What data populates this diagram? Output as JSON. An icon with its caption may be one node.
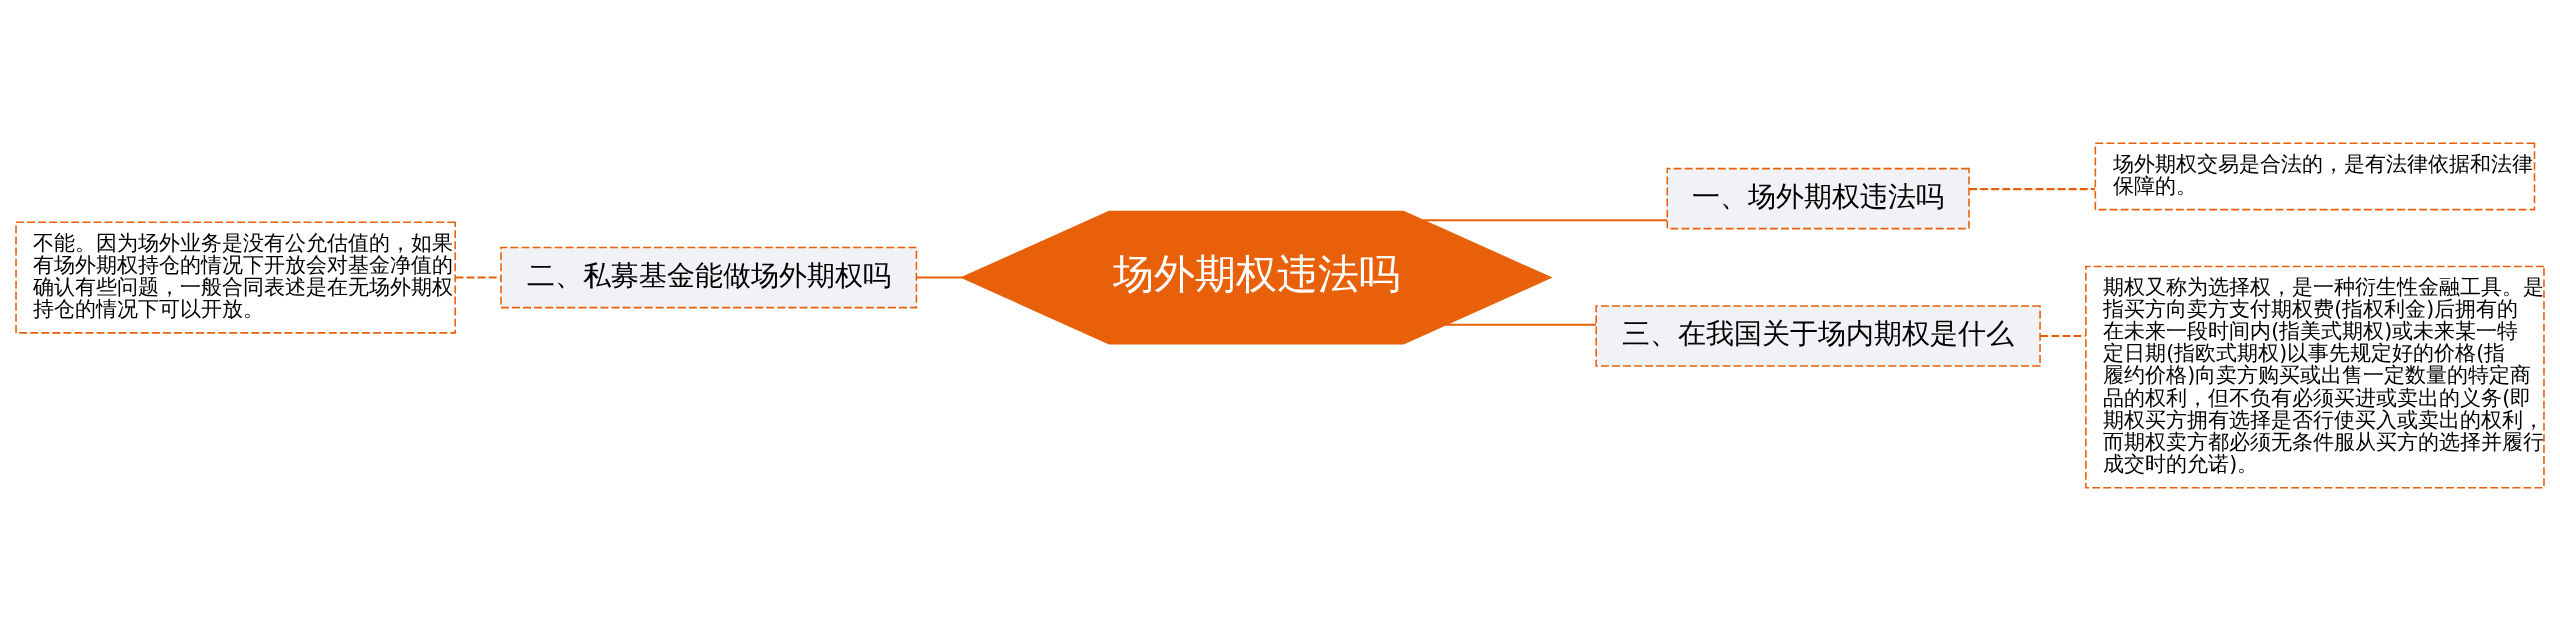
{
  "diagram": {
    "nodes": [
      {
        "text": [
          "场外期权违法吗"
        ]
      },
      {
        "text": [
          "二、私募基金能做场外期权吗"
        ]
      },
      {
        "text": [
          "不能。因为场外业务是没有公允估值的，如果有场外期权持仓的情况下开放会对基金净值的确认有些问题，一般合同表述是在无场外期权持仓的情况下可以开放。"
        ]
      },
      {
        "text": [
          "一、场外期权违法吗"
        ]
      },
      {
        "text": [
          "场外期权交易是合法的，是有法律依据和法律保障的。"
        ]
      },
      {
        "text": [
          "三、在我国关于场内期权是什么"
        ]
      },
      {
        "text": [
          "期权又称为选择权，是一种衍生性金融工具。是指买方向卖方支付期权费(指权利金)后拥有的在未来一段时间内(指美式期权)或未来某一特定日期(指欧式期权)以事先规定好的价格(指履约价格)向卖方购买或出售一定数量的特定商品的权利，但不负有必须买进或卖出的义务(即期权买方拥有选择是否行使买入或卖出的权利，而期权卖方都必须无条件服从买方的选择并履行成交时的允诺)。"
        ]
      }
    ],
    "edges": [
      {
        "from": 0,
        "to": 1,
        "arrow": "none"
      },
      {
        "from": 1,
        "to": 2,
        "arrow": "none",
        "style": "dashed"
      },
      {
        "from": 0,
        "to": 3,
        "arrow": "none"
      },
      {
        "from": 3,
        "to": 4,
        "arrow": "none",
        "style": "dashed"
      },
      {
        "from": 0,
        "to": 5,
        "arrow": "none"
      },
      {
        "from": 5,
        "to": 6,
        "arrow": "none",
        "style": "dashed"
      }
    ]
  }
}
